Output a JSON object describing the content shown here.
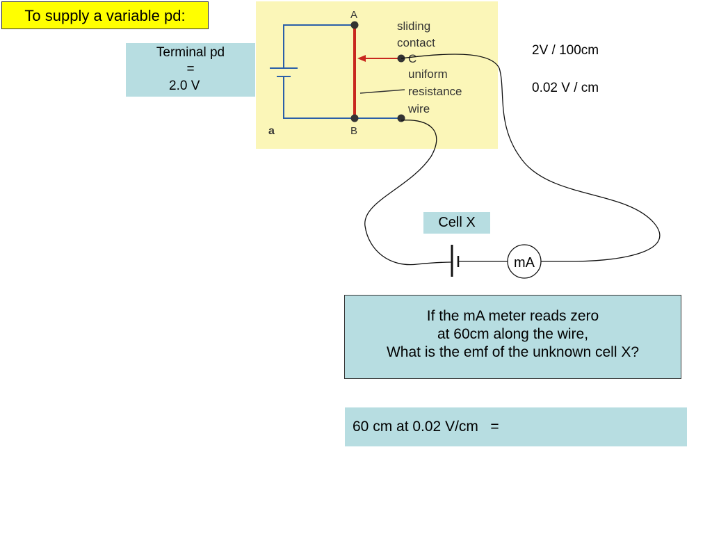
{
  "title": "To supply a variable pd:",
  "terminal_box": {
    "line1": "Terminal pd",
    "line2": "=",
    "line3": "2.0 V"
  },
  "notes": {
    "ratio": "2V / 100cm",
    "per_cm": "0.02 V / cm"
  },
  "figure": {
    "label_a": "A",
    "label_b": "B",
    "label_c": "C",
    "sliding": "sliding",
    "contact": "contact",
    "uniform": "uniform",
    "resistance": "resistance",
    "wire": "wire",
    "fig_letter": "a",
    "background_color": "#fbf6b8",
    "wire_color": "#c8281e",
    "circuit_color": "#2a5fa8"
  },
  "cell_label": "Cell X",
  "meter_label": "mA",
  "question": {
    "line1": "If the mA meter reads zero",
    "line2": "at 60cm along the wire,",
    "line3": "What is the emf of the unknown cell  X?"
  },
  "answer": "60 cm at 0.02 V/cm   ="
}
